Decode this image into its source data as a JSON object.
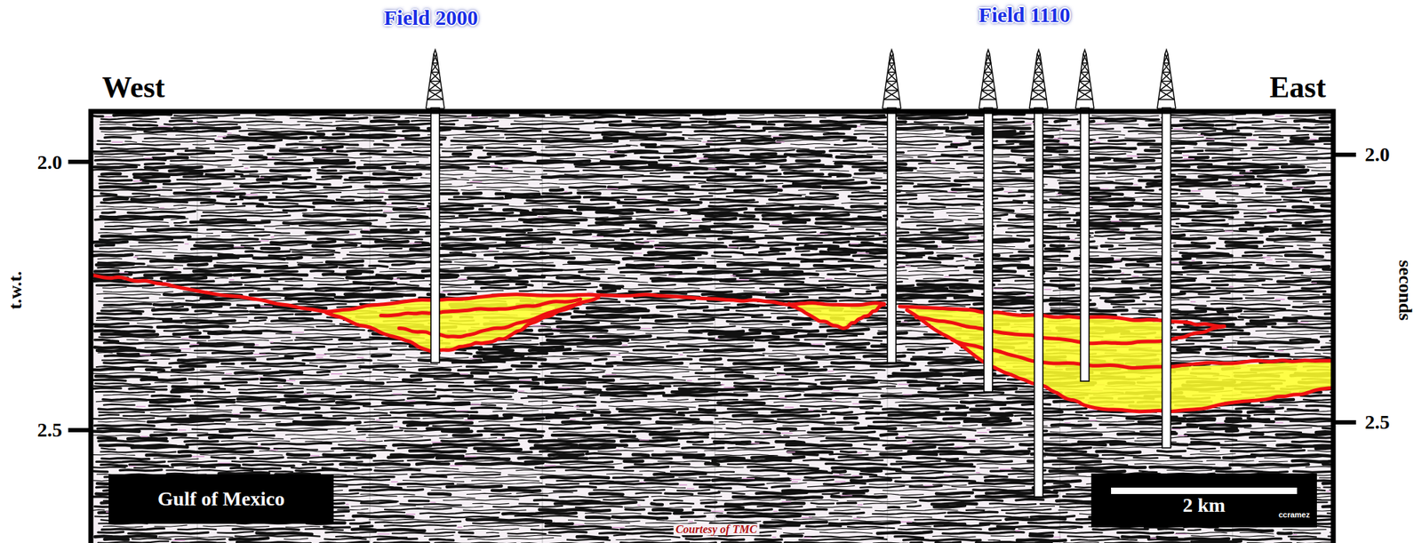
{
  "diagram": {
    "nodes": [
      {
        "text": [
          "Gulf of Mexico"
        ]
      },
      {
        "text": [
          "2 km",
          "ccramez"
        ]
      }
    ],
    "labels": [
      "Field 2000",
      "Field 1110",
      "West",
      "East",
      "2.0",
      "2.5",
      "2.0",
      "2.5",
      "t.w.t.",
      "seconds",
      "Courtesy of TMC"
    ]
  }
}
